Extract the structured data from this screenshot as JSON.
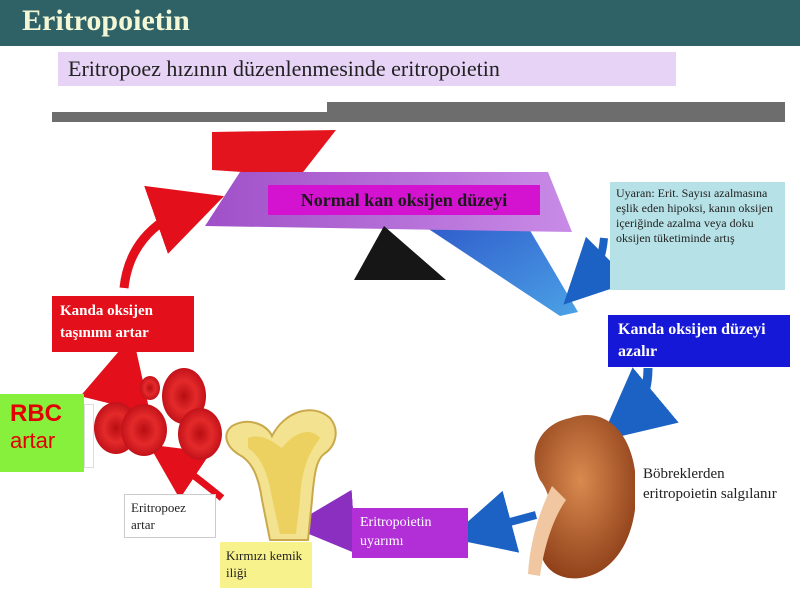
{
  "header": {
    "title": "Eritropoietin"
  },
  "subtitle": "Eritropoez hızının düzenlenmesinde eritropoietin",
  "labels": {
    "normal_o2": "Normal kan oksijen düzeyi",
    "stimulus": "Uyaran: Erit. Sayısı azalmasına eşlik eden hipoksi, kanın oksijen içeriğinde azalma veya doku oksijen tüketiminde artış",
    "o2_decreases": "Kanda oksijen düzeyi azalır",
    "kidney_release": "Böbreklerden eritropoietin salgılanır",
    "epo_stimulation": "Eritropoietin uyarımı",
    "erythropoiesis_increases": "Eritropoez artar",
    "red_marrow": "Kırmızı kemik iliği",
    "o2_transport_increases": "Kanda oksijen taşınımı artar",
    "rbc_line1": "RBC",
    "rbc_line2": "artar"
  },
  "colors": {
    "header_bg": "#2e6267",
    "arrow_red": "#e30f1a",
    "arrow_blue": "#1c62c4",
    "arrow_purple": "#8a2fc0",
    "rbc_highlight": "#86f03c"
  }
}
